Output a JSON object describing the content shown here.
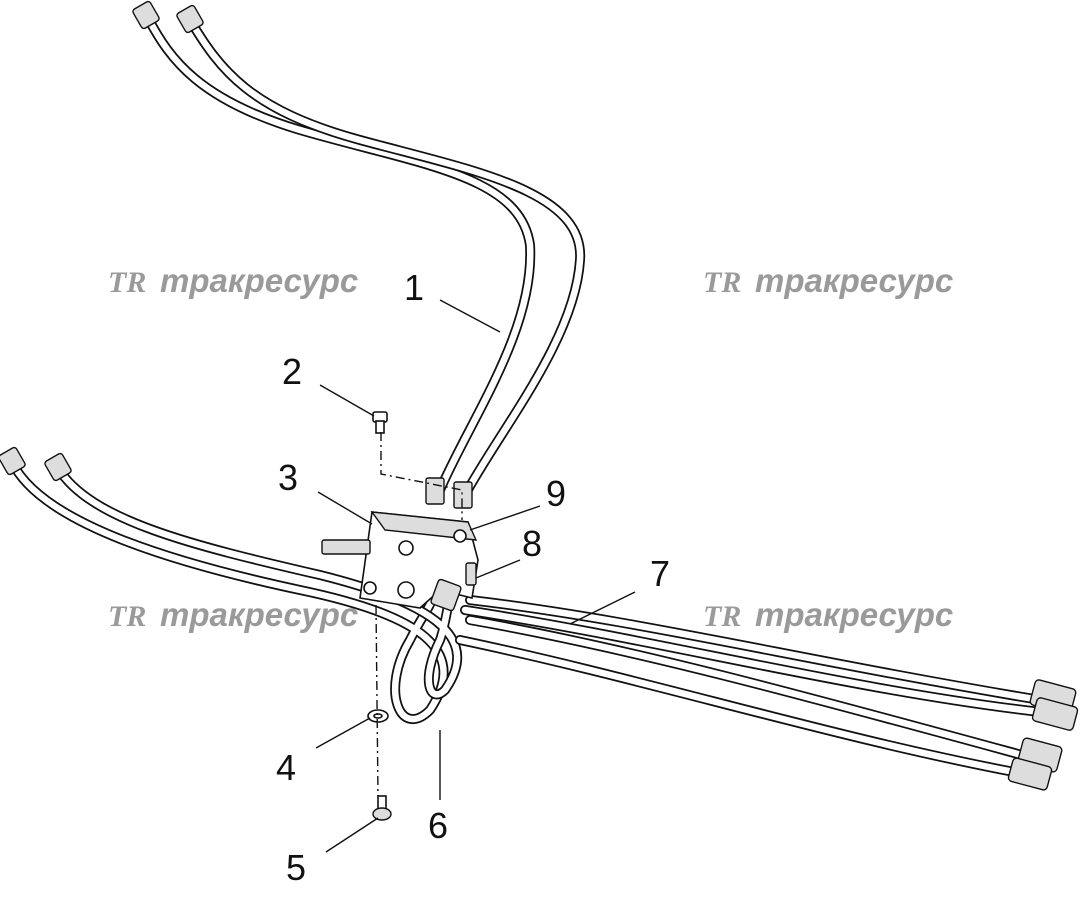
{
  "watermark": {
    "text": "тракресурс",
    "logo": "TR",
    "color": "#9a9a9a"
  },
  "callouts": [
    {
      "id": "1",
      "label": "1"
    },
    {
      "id": "2",
      "label": "2"
    },
    {
      "id": "3",
      "label": "3"
    },
    {
      "id": "4",
      "label": "4"
    },
    {
      "id": "5",
      "label": "5"
    },
    {
      "id": "6",
      "label": "6"
    },
    {
      "id": "7",
      "label": "7"
    },
    {
      "id": "8",
      "label": "8"
    },
    {
      "id": "9",
      "label": "9"
    }
  ],
  "colors": {
    "line": "#111111",
    "background": "#ffffff"
  }
}
